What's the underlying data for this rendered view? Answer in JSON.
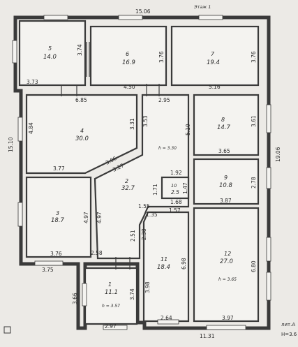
{
  "sheet": {
    "title": "Этаж 1",
    "corner_label": "лит.А",
    "corner_height": "Н=3.6"
  },
  "rooms": [
    {
      "id": "5",
      "number": "5",
      "area": "14.0",
      "height": ""
    },
    {
      "id": "6",
      "number": "6",
      "area": "16.9",
      "height": ""
    },
    {
      "id": "7",
      "number": "7",
      "area": "19.4",
      "height": ""
    },
    {
      "id": "4",
      "number": "4",
      "area": "30.0",
      "height": ""
    },
    {
      "id": "8",
      "number": "8",
      "area": "14.7",
      "height": ""
    },
    {
      "id": "9",
      "number": "9",
      "area": "10.8",
      "height": ""
    },
    {
      "id": "10",
      "number": "10",
      "area": "2.5",
      "height": ""
    },
    {
      "id": "2",
      "number": "2",
      "area": "32.7",
      "height": "h = 3.30"
    },
    {
      "id": "3",
      "number": "3",
      "area": "18.7",
      "height": ""
    },
    {
      "id": "11",
      "number": "11",
      "area": "18.4",
      "height": ""
    },
    {
      "id": "12",
      "number": "12",
      "area": "27.0",
      "height": "h = 3.65"
    },
    {
      "id": "1",
      "number": "1",
      "area": "11.1",
      "height": "h = 3.57"
    }
  ],
  "dimensions": {
    "top_total": "15.06",
    "left_total": "15.10",
    "right_total": "19.06",
    "bottom_total": "11.31",
    "r5_w": "3.73",
    "r5_h": "3.74",
    "r6_w": "4.50",
    "r6_h": "3.76",
    "r7_w": "5.16",
    "r7_h": "3.76",
    "r4_top": "6.85",
    "r4_left": "4.84",
    "r4_bottom": "3.77",
    "r4_right": "3.31",
    "r4_diag": "3.06",
    "r2_top": "2.95",
    "r2_left": "3.53",
    "r2_diag": "3.27",
    "r2_mid": "1.71",
    "r2_lower_left": "4.97",
    "r8_h": "5.10",
    "r8_right": "3.61",
    "r8_w": "3.65",
    "r9_top": "1.92",
    "r9_h": "2.78",
    "r9_w": "3.87",
    "r10_right": "1.47",
    "r10_bottom": "1.68",
    "r3_right": "4.97",
    "r3_bottom": "3.76",
    "r3_outer": "3.75",
    "r11_a": "1.55",
    "r11_b": "1.35",
    "r11_c": "1.57",
    "r11_d": "2.51",
    "r11_e": "2.38",
    "r11_left": "3.98",
    "r11_right": "6.98",
    "r11_bottom": "2.64",
    "r12_right": "6.80",
    "r12_bottom": "3.97",
    "r1_top": "2.58",
    "r1_left": "3.66",
    "r1_right": "3.74",
    "r1_bottom": "2.97"
  }
}
